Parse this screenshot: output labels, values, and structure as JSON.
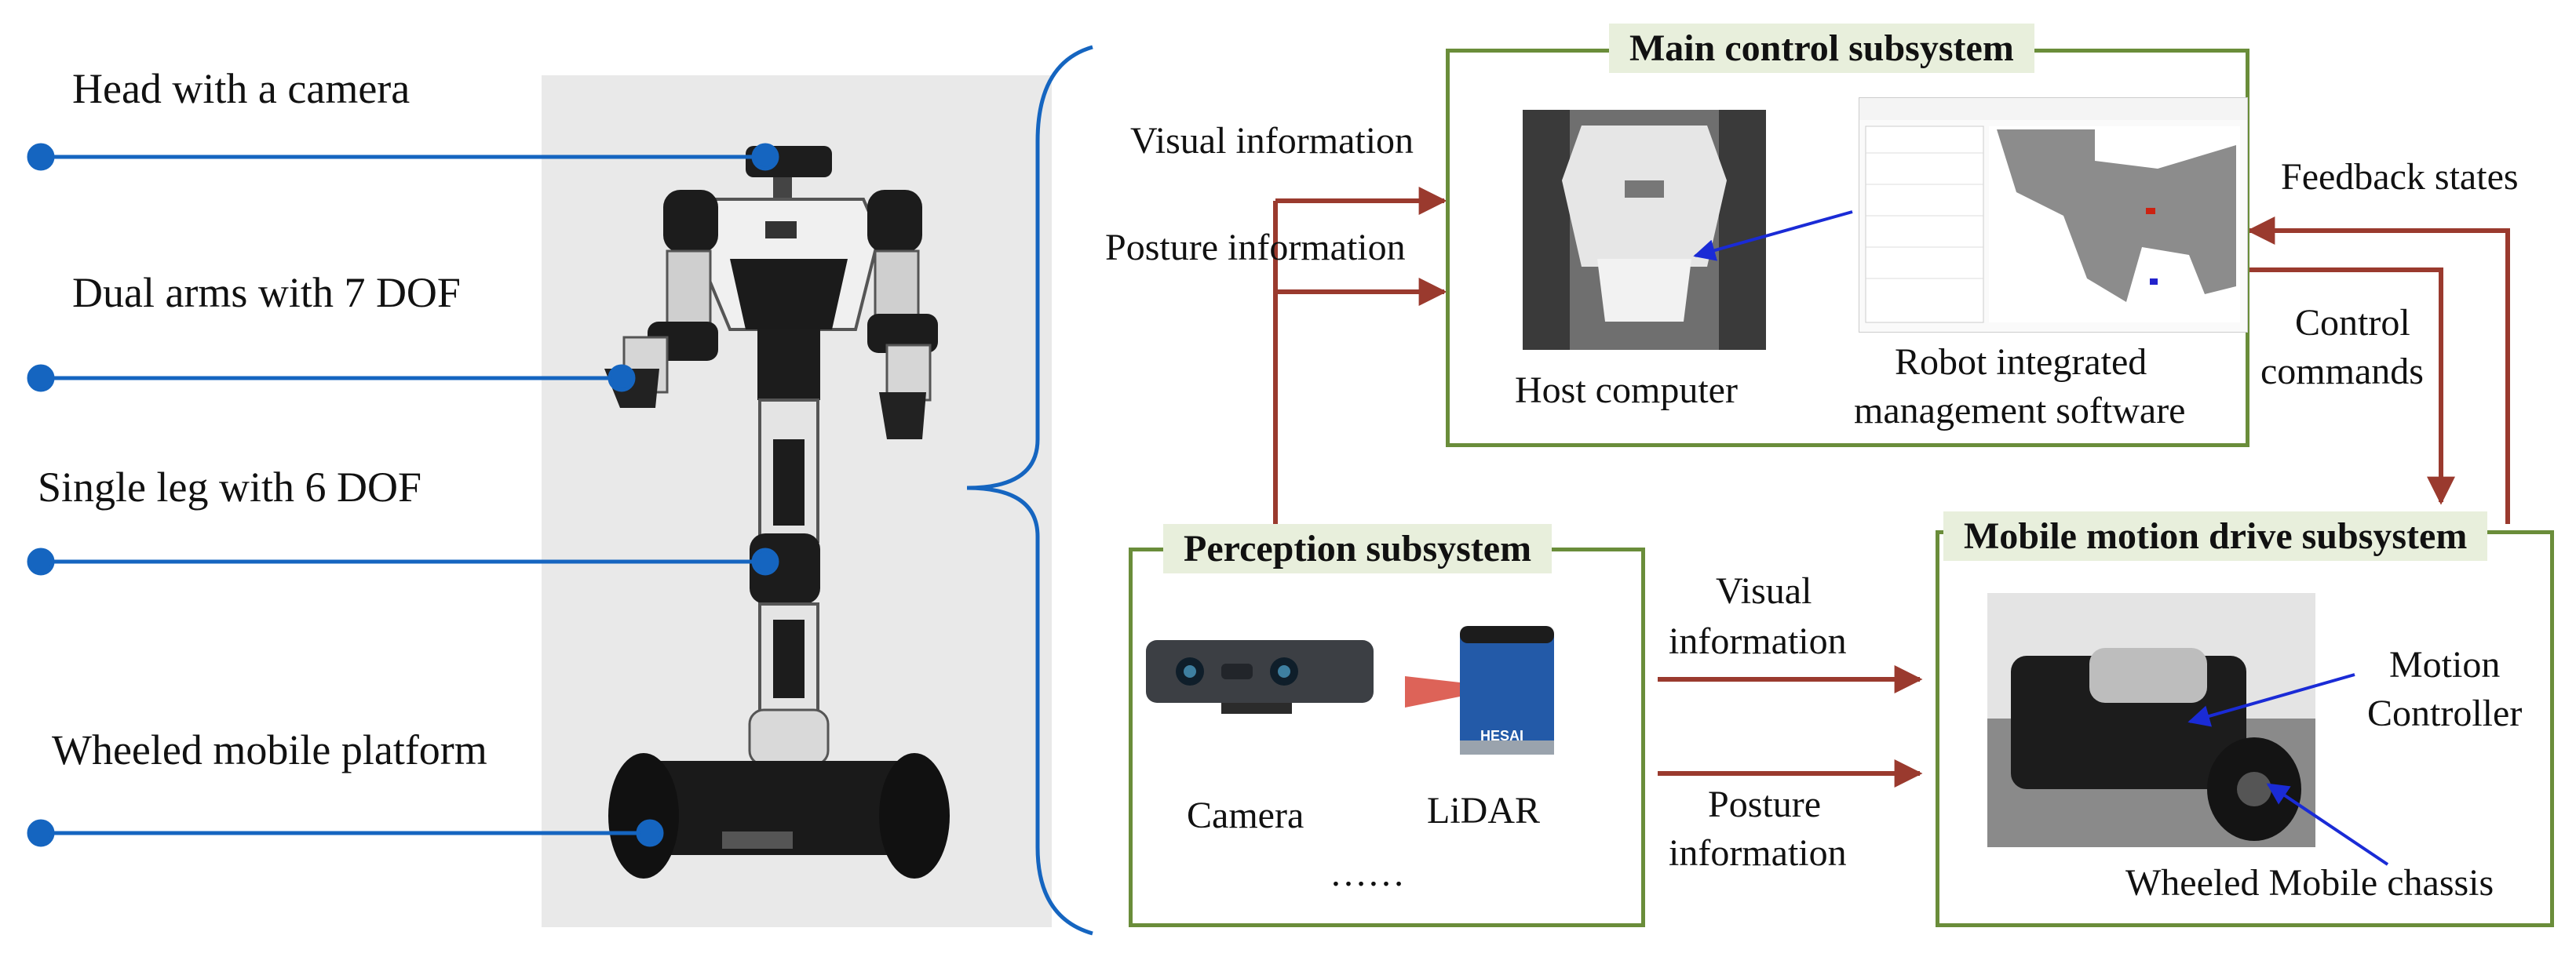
{
  "left_labels": {
    "head": "Head with a camera",
    "arms": "Dual arms with 7 DOF",
    "leg": "Single leg with 6 DOF",
    "platform": "Wheeled mobile platform"
  },
  "main_control": {
    "title": "Main control subsystem",
    "host_label": "Host computer",
    "software_label_1": "Robot integrated",
    "software_label_2": "management software"
  },
  "perception": {
    "title": "Perception subsystem",
    "camera_label": "Camera",
    "lidar_label": "LiDAR",
    "lidar_brand": "HESAI",
    "ellipsis": "……"
  },
  "mobile_drive": {
    "title": "Mobile motion drive subsystem",
    "motion_1": "Motion",
    "motion_2": "Controller",
    "chassis": "Wheeled Mobile chassis"
  },
  "flows": {
    "visual_info": "Visual information",
    "posture_info": "Posture information",
    "feedback": "Feedback states",
    "control_1": "Control",
    "control_2": "commands",
    "visual_1": "Visual",
    "visual_2": "information",
    "posture_1": "Posture",
    "posture_2": "information"
  },
  "colors": {
    "box_border": "#6a8d3a",
    "header_bg": "#e8efdc",
    "arrow": "#9a3a2e",
    "leader": "#1565c0",
    "inner_arrow": "#1a2bd6"
  }
}
